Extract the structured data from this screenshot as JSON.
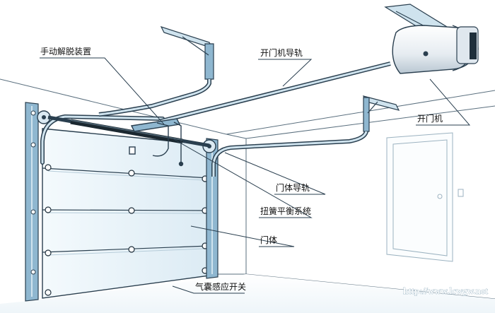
{
  "labels": {
    "manual_release": "手动解脱装置",
    "opener_rail": "开门机导轨",
    "opener": "开门机",
    "door_rail": "门体导轨",
    "torsion_spring": "扭簧平衡系统",
    "door_body": "门体",
    "airbag_switch": "气囊感应开关"
  },
  "watermark": "http://www.lcwgw.net",
  "colors": {
    "line": "#2a3f4f",
    "steel": "#8fb7d0",
    "steel_light": "#cfe3ee",
    "panel": "#e8f3f8",
    "motor": "#e9eef2"
  }
}
